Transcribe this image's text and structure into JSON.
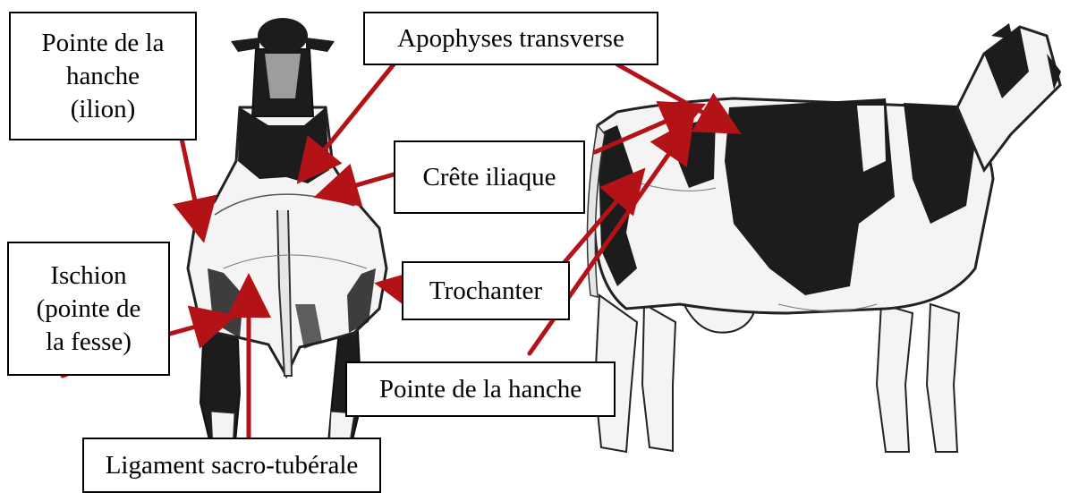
{
  "colors": {
    "arrow": "#b31217",
    "box_border": "#000000",
    "box_fill": "#ffffff",
    "cow_black": "#1c1c1c",
    "cow_white": "#f4f4f4"
  },
  "labels": {
    "hip_point_ilion": [
      "Pointe de la",
      "hanche",
      "(ilion)"
    ],
    "transverse_processes": "Apophyses transverse",
    "iliac_crest": "Crête iliaque",
    "ischium": [
      "Ischion",
      "(pointe de",
      "la fesse)"
    ],
    "trochanter": "Trochanter",
    "hip_point": "Pointe de la hanche",
    "sacrotuberal_ligament": "Ligament sacro-tubérale"
  }
}
